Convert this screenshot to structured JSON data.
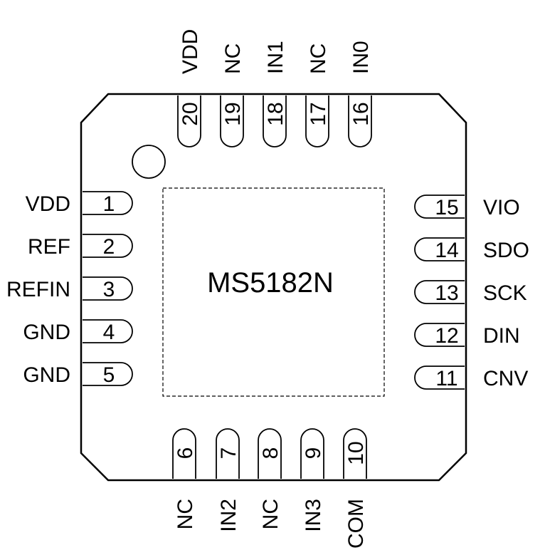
{
  "chip": {
    "name": "MS5182N"
  },
  "pins": [
    {
      "num": "1",
      "label": "VDD"
    },
    {
      "num": "2",
      "label": "REF"
    },
    {
      "num": "3",
      "label": "REFIN"
    },
    {
      "num": "4",
      "label": "GND"
    },
    {
      "num": "5",
      "label": "GND"
    },
    {
      "num": "6",
      "label": "NC"
    },
    {
      "num": "7",
      "label": "IN2"
    },
    {
      "num": "8",
      "label": "NC"
    },
    {
      "num": "9",
      "label": "IN3"
    },
    {
      "num": "10",
      "label": "COM"
    },
    {
      "num": "11",
      "label": "CNV"
    },
    {
      "num": "12",
      "label": "DIN"
    },
    {
      "num": "13",
      "label": "SCK"
    },
    {
      "num": "14",
      "label": "SDO"
    },
    {
      "num": "15",
      "label": "VIO"
    },
    {
      "num": "16",
      "label": "IN0"
    },
    {
      "num": "17",
      "label": "NC"
    },
    {
      "num": "18",
      "label": "IN1"
    },
    {
      "num": "19",
      "label": "NC"
    },
    {
      "num": "20",
      "label": "VDD"
    }
  ]
}
